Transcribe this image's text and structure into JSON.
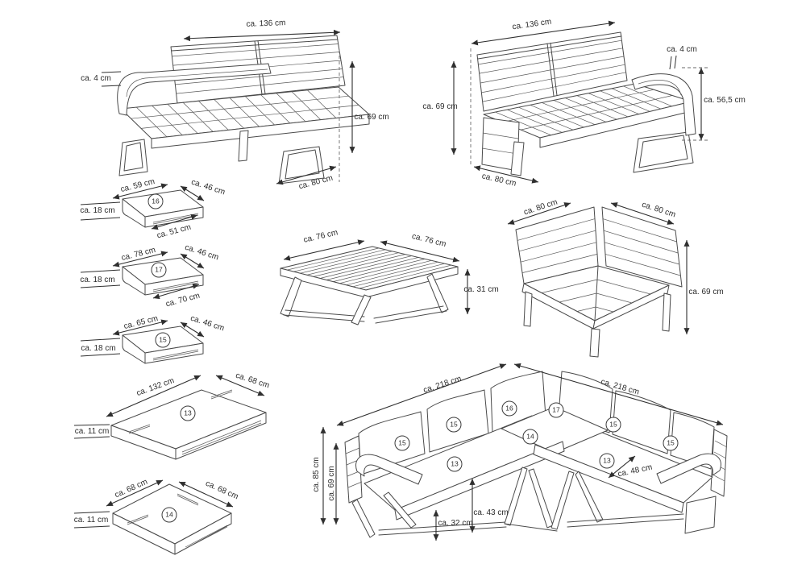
{
  "pieces": {
    "bench_left_arm": {
      "width": "ca. 136 cm",
      "arm_thickness": "ca. 4 cm",
      "height": "ca. 69 cm",
      "depth": "ca. 80 cm"
    },
    "bench_right_arm": {
      "width": "ca. 136 cm",
      "arm_thickness": "ca. 4 cm",
      "height": "ca. 69 cm",
      "arm_height": "ca. 56,5 cm",
      "depth": "ca. 80 cm"
    },
    "back_cushion_16": {
      "number": "16",
      "top_width": "ca. 59 cm",
      "depth": "ca. 46 cm",
      "thickness": "ca. 18 cm",
      "front_width": "ca. 51 cm"
    },
    "back_cushion_17": {
      "number": "17",
      "top_width": "ca. 78 cm",
      "depth": "ca. 46 cm",
      "thickness": "ca. 18 cm",
      "front_width": "ca. 70 cm"
    },
    "back_cushion_15": {
      "number": "15",
      "top_width": "ca. 65 cm",
      "depth": "ca. 46 cm",
      "thickness": "ca. 18 cm"
    },
    "table": {
      "width": "ca. 76 cm",
      "depth": "ca. 76 cm",
      "height": "ca. 31 cm"
    },
    "corner_module": {
      "left_width": "ca. 80 cm",
      "right_width": "ca. 80 cm",
      "height": "ca. 69 cm"
    },
    "seat_cushion_13": {
      "number": "13",
      "length": "ca. 132 cm",
      "depth": "ca. 68 cm",
      "thickness": "ca. 11 cm"
    },
    "seat_cushion_14": {
      "number": "14",
      "left_width": "ca. 68 cm",
      "right_width": "ca. 68 cm",
      "thickness": "ca. 11 cm"
    },
    "corner_sofa": {
      "left_length": "ca. 218 cm",
      "right_length": "ca. 218 cm",
      "back_height": "ca. 85 cm",
      "frame_height": "ca. 69 cm",
      "under_clearance": "ca. 32 cm",
      "seat_height": "ca. 43 cm",
      "seat_depth": "ca. 48 cm",
      "back_cushions": [
        "15",
        "15",
        "16",
        "17",
        "15",
        "15"
      ],
      "seat_cushions": [
        "13",
        "14",
        "13"
      ]
    }
  }
}
